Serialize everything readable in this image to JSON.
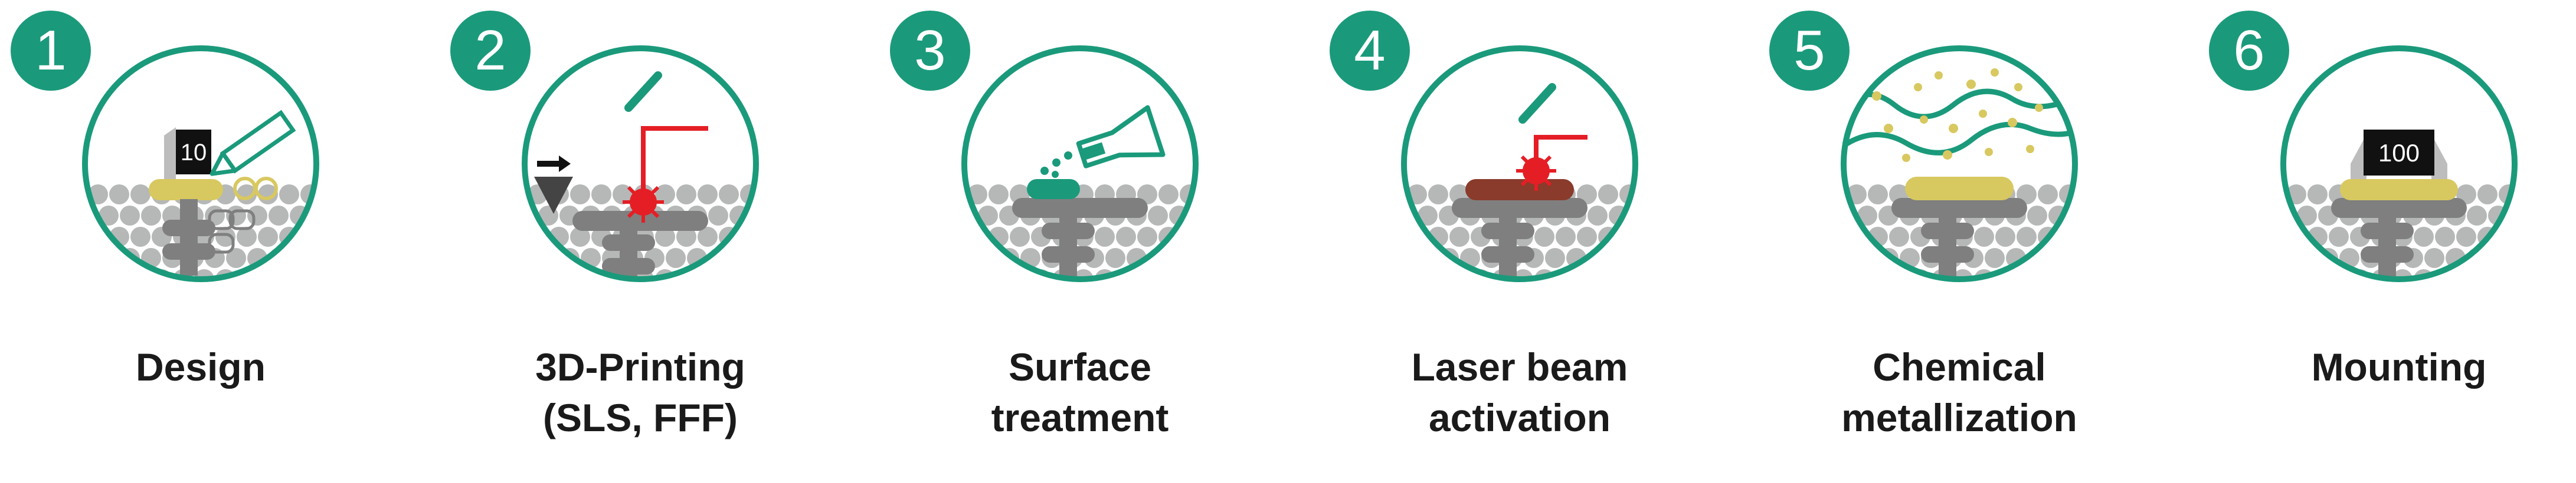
{
  "colors": {
    "accent": "#1a9a7b",
    "grey_particle": "#b5b8b7",
    "dark_trace": "#7f7f7f",
    "gold": "#d8c860",
    "laser_red": "#e51e25",
    "activated_brown": "#8a3b2b",
    "badge_text": "#ffffff"
  },
  "steps": [
    {
      "number": "1",
      "label_lines": [
        "Design"
      ],
      "display_value": "10"
    },
    {
      "number": "2",
      "label_lines": [
        "3D-Printing",
        "(SLS, FFF)"
      ]
    },
    {
      "number": "3",
      "label_lines": [
        "Surface",
        "treatment"
      ]
    },
    {
      "number": "4",
      "label_lines": [
        "Laser beam",
        "activation"
      ]
    },
    {
      "number": "5",
      "label_lines": [
        "Chemical",
        "metallization"
      ]
    },
    {
      "number": "6",
      "label_lines": [
        "Mounting"
      ],
      "display_value": "100"
    }
  ]
}
